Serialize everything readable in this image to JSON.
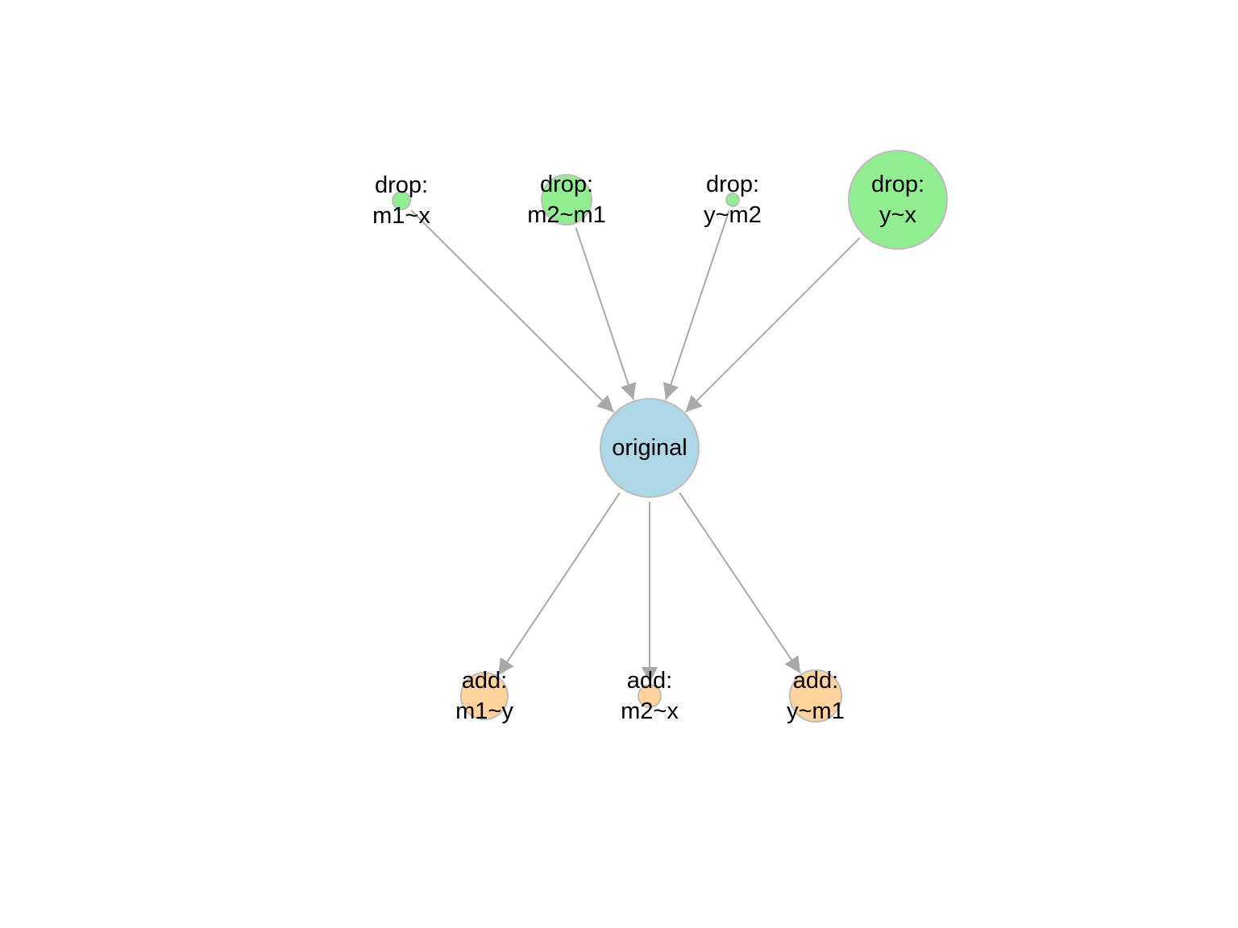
{
  "colors": {
    "drop": "#90ee90",
    "original": "#add8e6",
    "add": "#ffd39b",
    "edge": "#a9a9a9",
    "node_border": "#bdbdbd"
  },
  "nodes": [
    {
      "id": "original",
      "group": "original",
      "lines": [
        "original"
      ]
    },
    {
      "id": "drop-m1-x",
      "group": "drop",
      "lines": [
        "drop:",
        "m1~x"
      ]
    },
    {
      "id": "drop-m2-m1",
      "group": "drop",
      "lines": [
        "drop:",
        "m2~m1"
      ]
    },
    {
      "id": "drop-y-m2",
      "group": "drop",
      "lines": [
        "drop:",
        "y~m2"
      ]
    },
    {
      "id": "drop-y-x",
      "group": "drop",
      "lines": [
        "drop:",
        "y~x"
      ]
    },
    {
      "id": "add-m1-y",
      "group": "add",
      "lines": [
        "add:",
        "m1~y"
      ]
    },
    {
      "id": "add-m2-x",
      "group": "add",
      "lines": [
        "add:",
        "m2~x"
      ]
    },
    {
      "id": "add-y-m1",
      "group": "add",
      "lines": [
        "add:",
        "y~m1"
      ]
    }
  ],
  "edges": [
    {
      "from": "drop-m1-x",
      "to": "original"
    },
    {
      "from": "drop-m2-m1",
      "to": "original"
    },
    {
      "from": "drop-y-m2",
      "to": "original"
    },
    {
      "from": "drop-y-x",
      "to": "original"
    },
    {
      "from": "original",
      "to": "add-m1-y"
    },
    {
      "from": "original",
      "to": "add-m2-x"
    },
    {
      "from": "original",
      "to": "add-y-m1"
    }
  ]
}
